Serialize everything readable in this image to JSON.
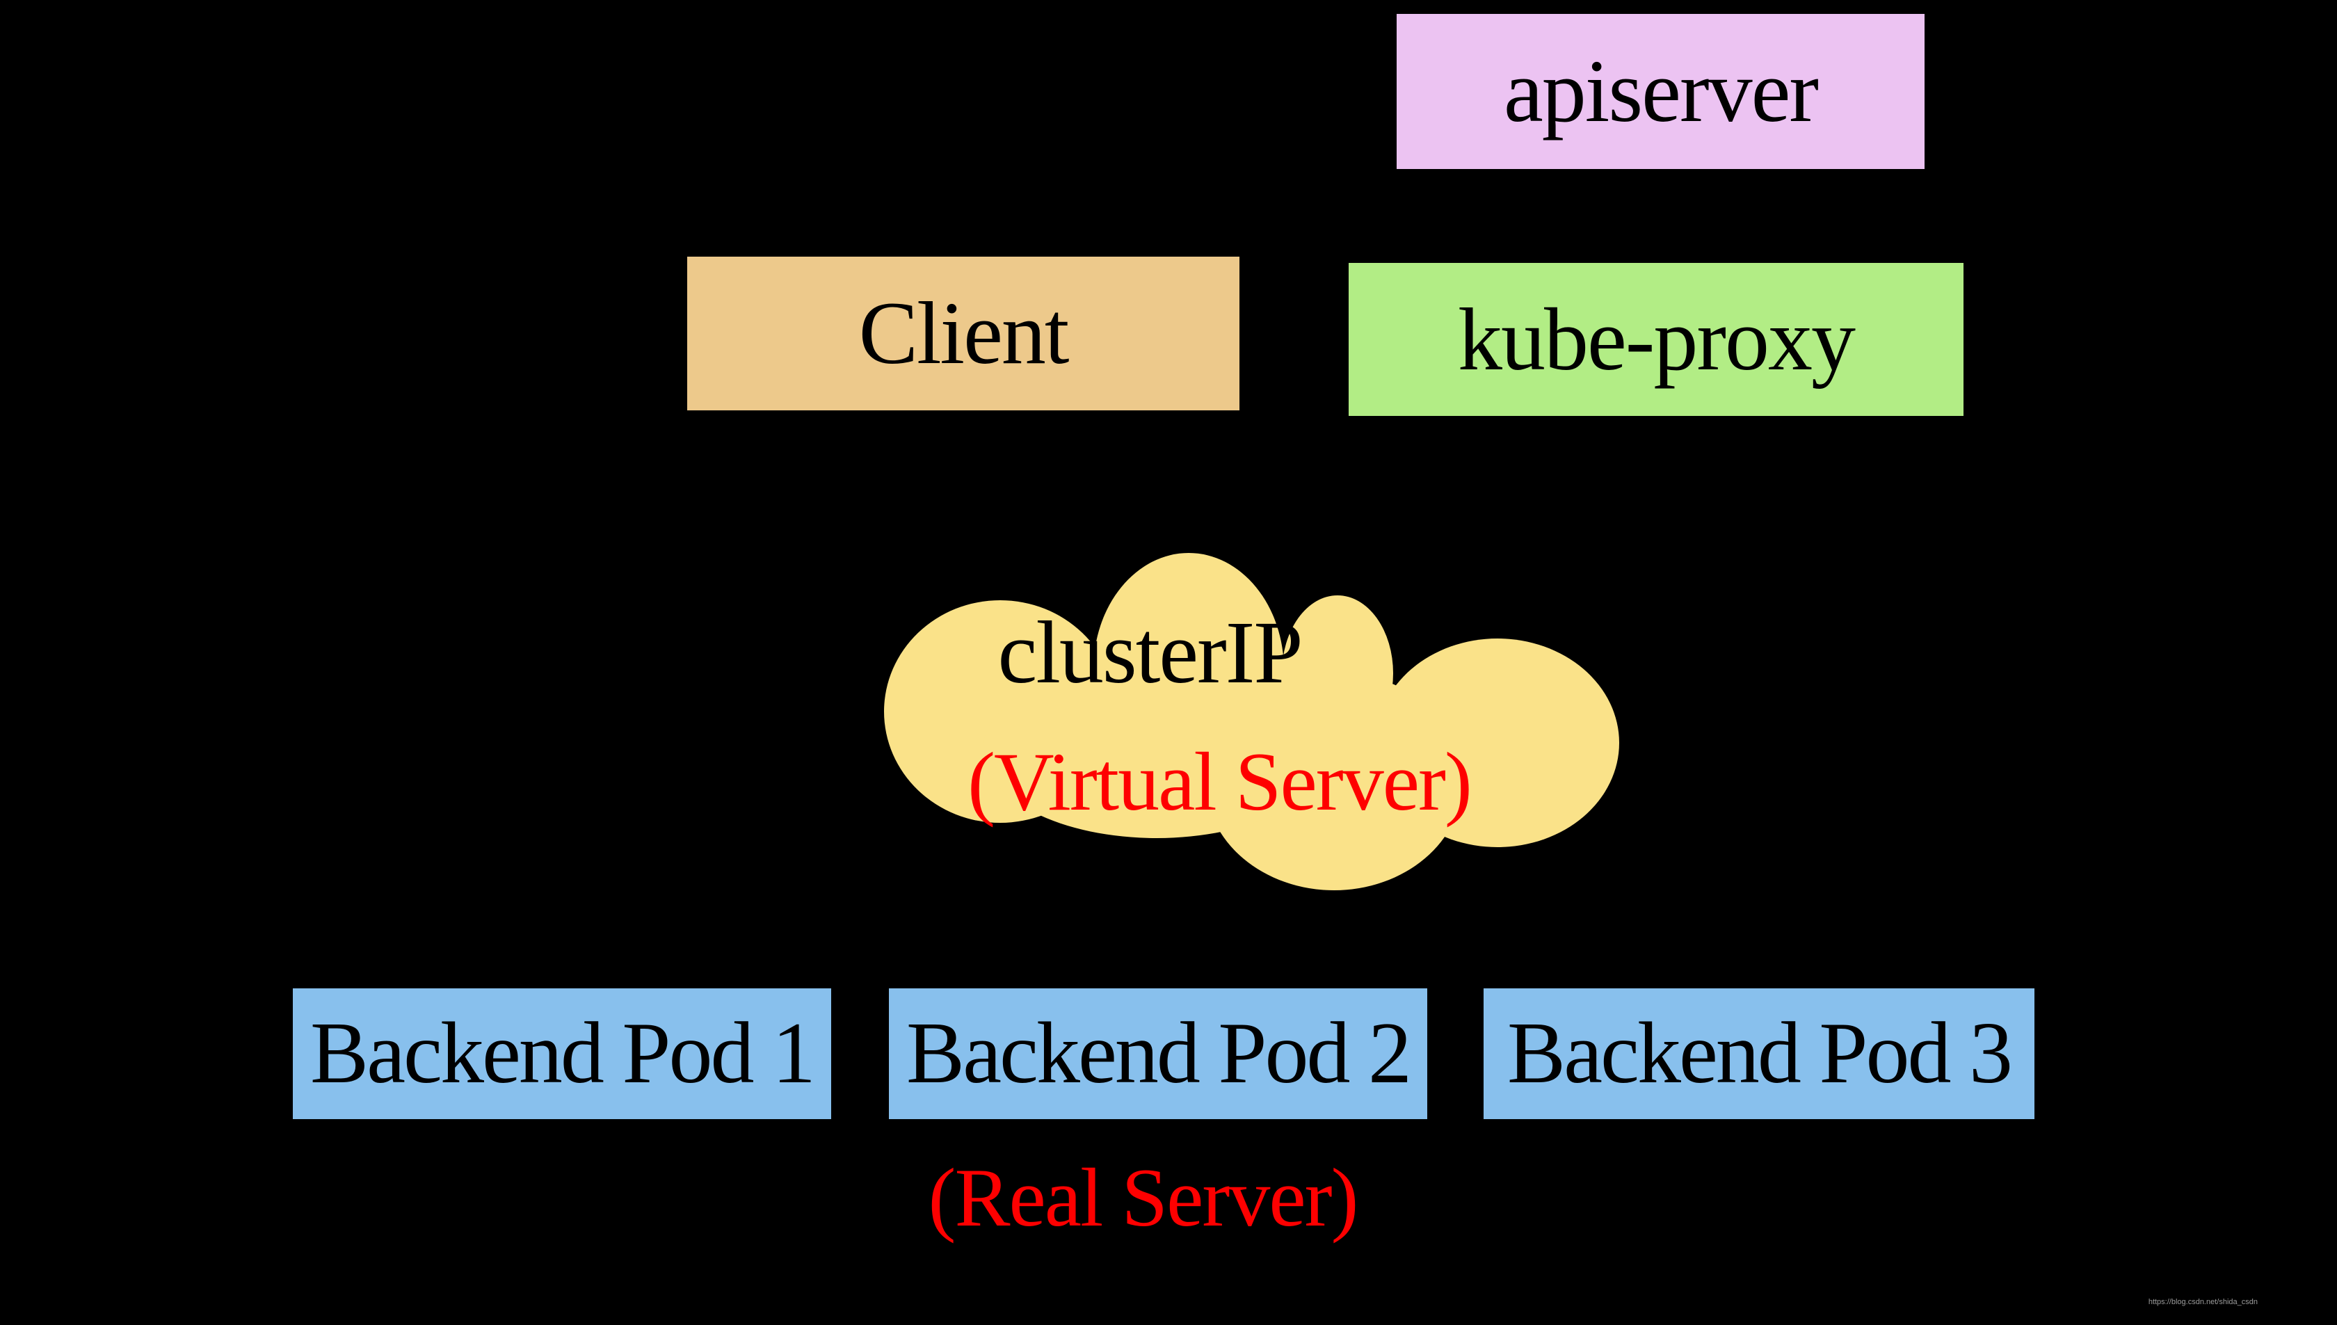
{
  "diagram": {
    "background": "#000000",
    "apiserver": {
      "label": "apiserver",
      "fill": "#ecc3f2"
    },
    "client": {
      "label": "Client",
      "fill": "#edc98b"
    },
    "kube_proxy": {
      "label": "kube-proxy",
      "fill": "#b2ed85"
    },
    "cluster_ip": {
      "label": "clusterIP",
      "label_color": "#000000",
      "sublabel": "(Virtual Server)",
      "sublabel_color": "#fe0000",
      "fill": "#fae289"
    },
    "backend_pods": [
      {
        "label": "Backend Pod 1"
      },
      {
        "label": "Backend Pod 2"
      },
      {
        "label": "Backend Pod 3"
      }
    ],
    "backend_pod_fill": "#88c0ed",
    "real_server_caption": {
      "label": "(Real Server)",
      "color": "#fe0000"
    }
  },
  "watermark": {
    "text": "https://blog.csdn.net/shida_csdn",
    "color": "#9b9b9b"
  }
}
